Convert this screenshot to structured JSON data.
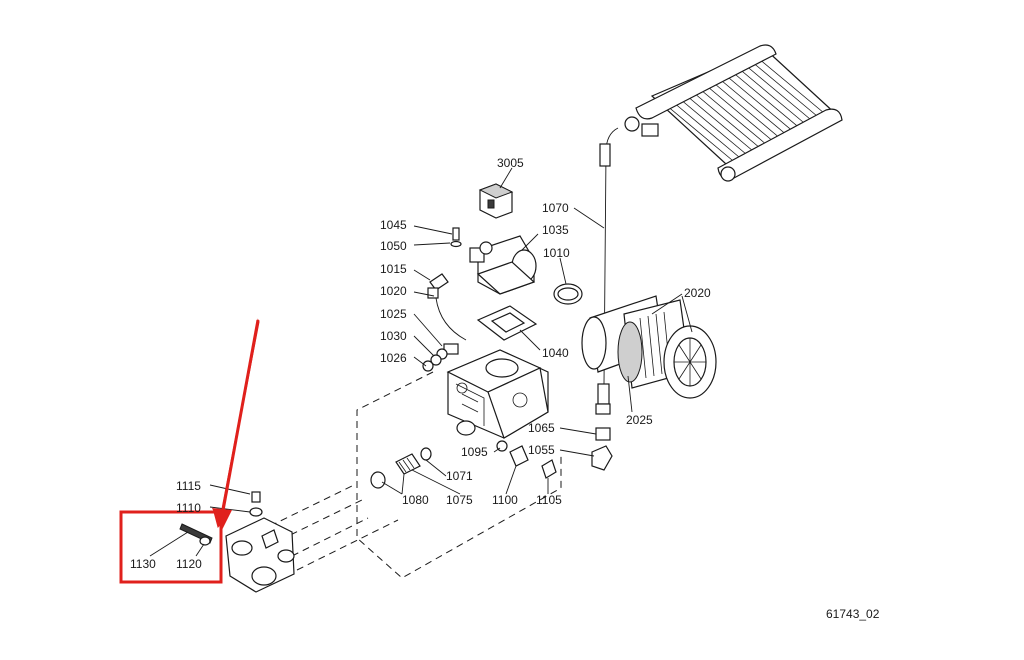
{
  "drawing": {
    "part_labels": {
      "p3005": "3005",
      "p1045": "1045",
      "p1050": "1050",
      "p1070": "1070",
      "p1035": "1035",
      "p1015": "1015",
      "p1010": "1010",
      "p1020": "1020",
      "p2020": "2020",
      "p1025": "1025",
      "p1030": "1030",
      "p1040": "1040",
      "p1026": "1026",
      "p2025": "2025",
      "p1065": "1065",
      "p1095": "1095",
      "p1055": "1055",
      "p1071": "1071",
      "p1115": "1115",
      "p1080": "1080",
      "p1075": "1075",
      "p1100": "1100",
      "p1105": "1105",
      "p1110": "1110",
      "p1130": "1130",
      "p1120": "1120"
    },
    "drawing_number": "61743_02"
  },
  "highlight": {
    "box_color": "#e0201c",
    "arrow_color": "#e0201c"
  }
}
